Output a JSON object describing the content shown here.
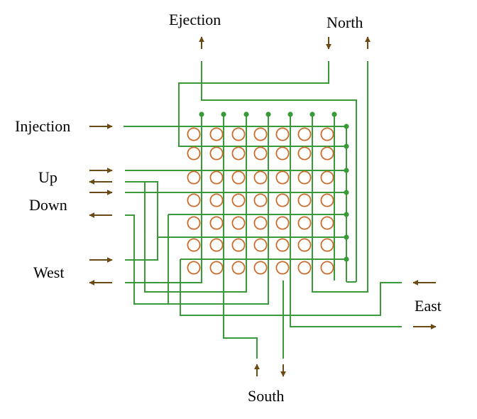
{
  "labels": {
    "ejection": "Ejection",
    "north": "North",
    "injection": "Injection",
    "up": "Up",
    "down": "Down",
    "west": "West",
    "east": "East",
    "south": "South"
  },
  "grid": {
    "rows": 7,
    "cols": 7
  },
  "colors": {
    "wire": "#3a9a3a",
    "ring": "#cc6a2a",
    "arrow": "#6b4a14"
  }
}
